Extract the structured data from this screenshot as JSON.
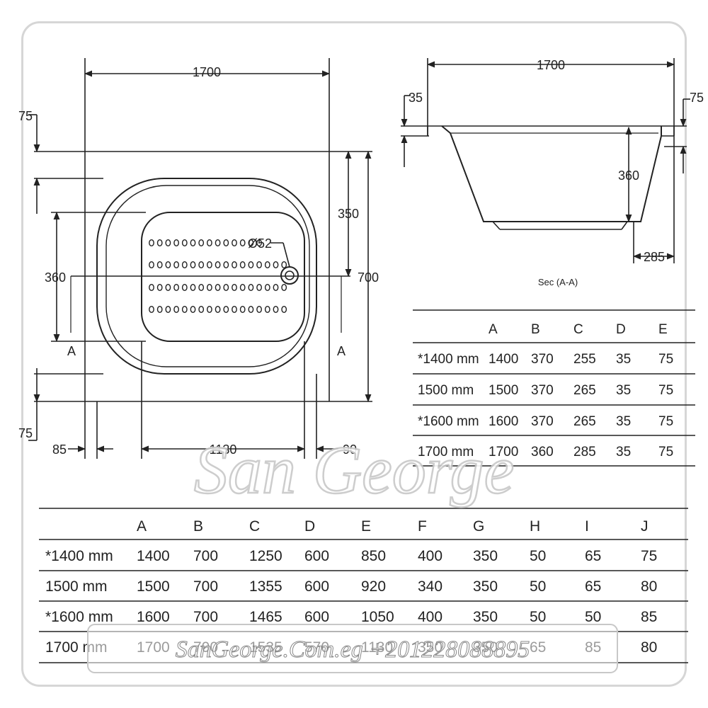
{
  "plan": {
    "overall_length": "1700",
    "inner_length": "1130",
    "left_offset": "85",
    "right_offset": "90",
    "top_rim": "75",
    "bottom_rim": "75",
    "drain_offset": "350",
    "inner_width": "360",
    "overall_width": "700",
    "drain_diameter": "Ø52",
    "section_mark_left": "A",
    "section_mark_right": "A"
  },
  "section": {
    "overall_length": "1700",
    "left_lip": "35",
    "right_lip": "75",
    "depth": "360",
    "bottom_offset": "285",
    "caption": "Sec (A-A)"
  },
  "small_table": {
    "headers": [
      "",
      "A",
      "B",
      "C",
      "D",
      "E"
    ],
    "rows": [
      [
        "*1400 mm",
        "1400",
        "370",
        "255",
        "35",
        "75"
      ],
      [
        "1500 mm",
        "1500",
        "370",
        "265",
        "35",
        "75"
      ],
      [
        "*1600 mm",
        "1600",
        "370",
        "265",
        "35",
        "75"
      ],
      [
        "1700 mm",
        "1700",
        "360",
        "285",
        "35",
        "75"
      ]
    ]
  },
  "big_table": {
    "headers": [
      "",
      "A",
      "B",
      "C",
      "D",
      "E",
      "F",
      "G",
      "H",
      "I",
      "J"
    ],
    "rows": [
      [
        "*1400 mm",
        "1400",
        "700",
        "1250",
        "600",
        "850",
        "400",
        "350",
        "50",
        "65",
        "75"
      ],
      [
        "1500 mm",
        "1500",
        "700",
        "1355",
        "600",
        "920",
        "340",
        "350",
        "50",
        "65",
        "80"
      ],
      [
        "*1600 mm",
        "1600",
        "700",
        "1465",
        "600",
        "1050",
        "400",
        "350",
        "50",
        "50",
        "85"
      ],
      [
        "1700 mm",
        "1700",
        "700",
        "1535",
        "570",
        "1130",
        "350",
        "350",
        "65",
        "85",
        "80"
      ]
    ]
  },
  "watermark": {
    "brand": "San George",
    "footer": "SanGeorge.Com.eg +201228088895"
  },
  "colors": {
    "line": "#222222",
    "frame": "#d6d6d6",
    "watermark": "#c8c8c8"
  }
}
